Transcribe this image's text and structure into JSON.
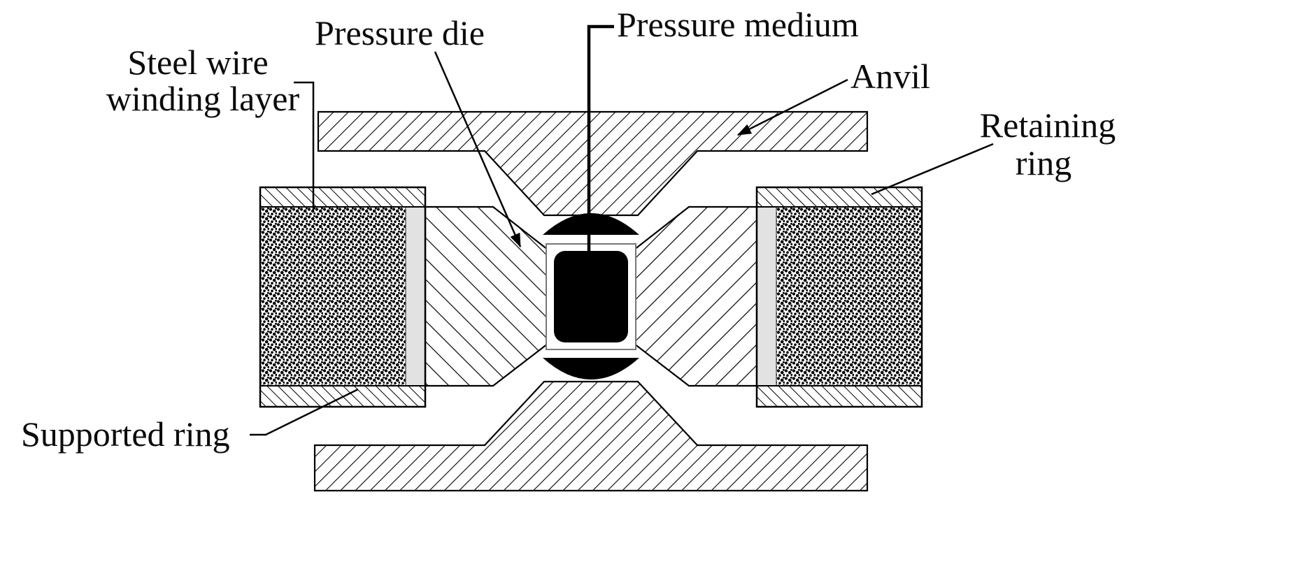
{
  "figure": {
    "description": "Cross-section line diagram of a high-pressure anvil die assembly",
    "background_color": "#ffffff",
    "ink_color": "#000000",
    "solid_fill_color": "#000000"
  },
  "labels": {
    "steel_wire_winding_layer": {
      "line1": "Steel wire",
      "line2": "winding layer"
    },
    "pressure_die": "Pressure die",
    "pressure_medium": "Pressure medium",
    "anvil": "Anvil",
    "retaining_ring": {
      "line1": "Retaining",
      "line2": "ring"
    },
    "supported_ring": "Supported ring"
  },
  "parts": [
    {
      "id": "top-anvil",
      "fill": "diagonal-hatch"
    },
    {
      "id": "bottom-anvil",
      "fill": "diagonal-hatch"
    },
    {
      "id": "left-pressure-die-half",
      "fill": "diagonal-hatch"
    },
    {
      "id": "right-pressure-die-half",
      "fill": "diagonal-hatch"
    },
    {
      "id": "pressure-medium-cell",
      "fill": "solid-black"
    },
    {
      "id": "top-gasket",
      "fill": "solid-black"
    },
    {
      "id": "bottom-gasket",
      "fill": "solid-black"
    },
    {
      "id": "left-steel-wire-winding-layer",
      "fill": "stipple"
    },
    {
      "id": "right-steel-wire-winding-layer",
      "fill": "stipple"
    },
    {
      "id": "left-ring-shell",
      "fill": "fine-hatch"
    },
    {
      "id": "right-ring-shell",
      "fill": "fine-hatch"
    }
  ]
}
